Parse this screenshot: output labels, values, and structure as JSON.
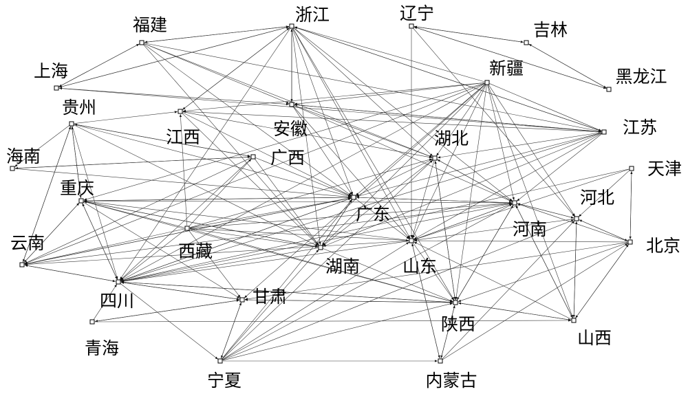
{
  "nodes": [
    {
      "id": "zhejiang",
      "label": "浙江"
    },
    {
      "id": "liaoning",
      "label": "辽宁"
    },
    {
      "id": "fujian",
      "label": "福建"
    },
    {
      "id": "jilin",
      "label": "吉林"
    },
    {
      "id": "shanghai",
      "label": "上海"
    },
    {
      "id": "xinjiang",
      "label": "新疆"
    },
    {
      "id": "heilongjiang",
      "label": "黑龙江"
    },
    {
      "id": "guizhou",
      "label": "贵州"
    },
    {
      "id": "anhui",
      "label": "安徽"
    },
    {
      "id": "jiangsu",
      "label": "江苏"
    },
    {
      "id": "jiangxi",
      "label": "江西"
    },
    {
      "id": "hubei",
      "label": "湖北"
    },
    {
      "id": "hainan",
      "label": "海南"
    },
    {
      "id": "guangxi",
      "label": "广西"
    },
    {
      "id": "tianjin",
      "label": "天津"
    },
    {
      "id": "chongqing",
      "label": "重庆"
    },
    {
      "id": "hebei",
      "label": "河北"
    },
    {
      "id": "guangdong",
      "label": "广东"
    },
    {
      "id": "henan",
      "label": "河南"
    },
    {
      "id": "beijing",
      "label": "北京"
    },
    {
      "id": "yunnan",
      "label": "云南"
    },
    {
      "id": "xizang",
      "label": "西藏"
    },
    {
      "id": "hunan",
      "label": "湖南"
    },
    {
      "id": "shandong",
      "label": "山东"
    },
    {
      "id": "sichuan",
      "label": "四川"
    },
    {
      "id": "gansu",
      "label": "甘肃"
    },
    {
      "id": "shaanxi",
      "label": "陕西"
    },
    {
      "id": "qinghai",
      "label": "青海"
    },
    {
      "id": "shanxi",
      "label": "山西"
    },
    {
      "id": "ningxia",
      "label": "宁夏"
    },
    {
      "id": "neimenggu",
      "label": "内蒙古"
    }
  ],
  "edges": [
    [
      "fujian",
      "zhejiang"
    ],
    [
      "fujian",
      "anhui"
    ],
    [
      "fujian",
      "guangdong"
    ],
    [
      "fujian",
      "hubei"
    ],
    [
      "fujian",
      "shanghai"
    ],
    [
      "fujian",
      "jiangsu"
    ],
    [
      "fujian",
      "hunan"
    ],
    [
      "zhejiang",
      "anhui"
    ],
    [
      "zhejiang",
      "jiangsu"
    ],
    [
      "zhejiang",
      "hubei"
    ],
    [
      "zhejiang",
      "guangdong"
    ],
    [
      "zhejiang",
      "hunan"
    ],
    [
      "zhejiang",
      "henan"
    ],
    [
      "zhejiang",
      "shaanxi"
    ],
    [
      "zhejiang",
      "sichuan"
    ],
    [
      "zhejiang",
      "jiangxi"
    ],
    [
      "zhejiang",
      "fujian"
    ],
    [
      "zhejiang",
      "shanghai"
    ],
    [
      "zhejiang",
      "shandong"
    ],
    [
      "shanghai",
      "anhui"
    ],
    [
      "shanghai",
      "zhejiang"
    ],
    [
      "shanghai",
      "fujian"
    ],
    [
      "liaoning",
      "jilin"
    ],
    [
      "liaoning",
      "shandong"
    ],
    [
      "liaoning",
      "heilongjiang"
    ],
    [
      "liaoning",
      "hebei"
    ],
    [
      "jilin",
      "heilongjiang"
    ],
    [
      "jilin",
      "liaoning"
    ],
    [
      "xinjiang",
      "shaanxi"
    ],
    [
      "xinjiang",
      "gansu"
    ],
    [
      "xinjiang",
      "sichuan"
    ],
    [
      "xinjiang",
      "hunan"
    ],
    [
      "xinjiang",
      "guangdong"
    ],
    [
      "xinjiang",
      "henan"
    ],
    [
      "xinjiang",
      "hubei"
    ],
    [
      "xinjiang",
      "jiangsu"
    ],
    [
      "xinjiang",
      "shandong"
    ],
    [
      "xinjiang",
      "zhejiang"
    ],
    [
      "xinjiang",
      "shanxi"
    ],
    [
      "xinjiang",
      "hebei"
    ],
    [
      "xinjiang",
      "chongqing"
    ],
    [
      "xinjiang",
      "anhui"
    ],
    [
      "xinjiang",
      "yunnan"
    ],
    [
      "xinjiang",
      "jiangxi"
    ],
    [
      "heilongjiang",
      "liaoning"
    ],
    [
      "heilongjiang",
      "jilin"
    ],
    [
      "guizhou",
      "jiangxi"
    ],
    [
      "guizhou",
      "guangdong"
    ],
    [
      "guizhou",
      "hunan"
    ],
    [
      "guizhou",
      "yunnan"
    ],
    [
      "guizhou",
      "chongqing"
    ],
    [
      "guizhou",
      "sichuan"
    ],
    [
      "guizhou",
      "guangxi"
    ],
    [
      "guizhou",
      "hainan"
    ],
    [
      "jiangsu",
      "anhui"
    ],
    [
      "jiangsu",
      "hubei"
    ],
    [
      "jiangsu",
      "guangdong"
    ],
    [
      "jiangsu",
      "henan"
    ],
    [
      "jiangsu",
      "shandong"
    ],
    [
      "jiangsu",
      "jiangxi"
    ],
    [
      "jiangsu",
      "zhejiang"
    ],
    [
      "jiangsu",
      "sichuan"
    ],
    [
      "jiangsu",
      "hunan"
    ],
    [
      "jiangsu",
      "shanghai"
    ],
    [
      "anhui",
      "jiangsu"
    ],
    [
      "anhui",
      "zhejiang"
    ],
    [
      "anhui",
      "hubei"
    ],
    [
      "anhui",
      "guangdong"
    ],
    [
      "anhui",
      "shandong"
    ],
    [
      "anhui",
      "henan"
    ],
    [
      "jiangxi",
      "guangdong"
    ],
    [
      "jiangxi",
      "hunan"
    ],
    [
      "jiangxi",
      "hubei"
    ],
    [
      "jiangxi",
      "zhejiang"
    ],
    [
      "hubei",
      "guangdong"
    ],
    [
      "hubei",
      "henan"
    ],
    [
      "hubei",
      "hunan"
    ],
    [
      "hubei",
      "shaanxi"
    ],
    [
      "hubei",
      "shandong"
    ],
    [
      "guangxi",
      "guangdong"
    ],
    [
      "guangxi",
      "hunan"
    ],
    [
      "guangxi",
      "yunnan"
    ],
    [
      "guangxi",
      "sichuan"
    ],
    [
      "guangxi",
      "hainan"
    ],
    [
      "guangxi",
      "guizhou"
    ],
    [
      "hainan",
      "guangdong"
    ],
    [
      "hainan",
      "guangxi"
    ],
    [
      "tianjin",
      "beijing"
    ],
    [
      "tianjin",
      "hebei"
    ],
    [
      "tianjin",
      "shandong"
    ],
    [
      "tianjin",
      "sichuan"
    ],
    [
      "beijing",
      "tianjin"
    ],
    [
      "beijing",
      "hebei"
    ],
    [
      "beijing",
      "shanxi"
    ],
    [
      "beijing",
      "shaanxi"
    ],
    [
      "beijing",
      "henan"
    ],
    [
      "beijing",
      "shandong"
    ],
    [
      "beijing",
      "gansu"
    ],
    [
      "hebei",
      "henan"
    ],
    [
      "hebei",
      "shanxi"
    ],
    [
      "hebei",
      "shandong"
    ],
    [
      "hebei",
      "beijing"
    ],
    [
      "henan",
      "shandong"
    ],
    [
      "henan",
      "hebei"
    ],
    [
      "henan",
      "shanxi"
    ],
    [
      "henan",
      "shaanxi"
    ],
    [
      "henan",
      "hubei"
    ],
    [
      "henan",
      "guangdong"
    ],
    [
      "henan",
      "sichuan"
    ],
    [
      "henan",
      "chongqing"
    ],
    [
      "henan",
      "yunnan"
    ],
    [
      "chongqing",
      "sichuan"
    ],
    [
      "chongqing",
      "guangdong"
    ],
    [
      "chongqing",
      "hunan"
    ],
    [
      "chongqing",
      "shaanxi"
    ],
    [
      "chongqing",
      "guizhou"
    ],
    [
      "chongqing",
      "yunnan"
    ],
    [
      "chongqing",
      "gansu"
    ],
    [
      "guangdong",
      "hunan"
    ],
    [
      "guangdong",
      "shandong"
    ],
    [
      "guangdong",
      "sichuan"
    ],
    [
      "guangdong",
      "chongqing"
    ],
    [
      "guangdong",
      "henan"
    ],
    [
      "guangdong",
      "yunnan"
    ],
    [
      "yunnan",
      "sichuan"
    ],
    [
      "yunnan",
      "guangdong"
    ],
    [
      "yunnan",
      "guizhou"
    ],
    [
      "yunnan",
      "chongqing"
    ],
    [
      "xizang",
      "sichuan"
    ],
    [
      "xizang",
      "gansu"
    ],
    [
      "xizang",
      "hunan"
    ],
    [
      "xizang",
      "shaanxi"
    ],
    [
      "xizang",
      "chongqing"
    ],
    [
      "xizang",
      "shandong"
    ],
    [
      "xizang",
      "guangdong"
    ],
    [
      "xizang",
      "yunnan"
    ],
    [
      "xizang",
      "jiangxi"
    ],
    [
      "xizang",
      "guangxi"
    ],
    [
      "xizang",
      "henan"
    ],
    [
      "xizang",
      "hubei"
    ],
    [
      "hunan",
      "guangdong"
    ],
    [
      "hunan",
      "shaanxi"
    ],
    [
      "hunan",
      "chongqing"
    ],
    [
      "hunan",
      "sichuan"
    ],
    [
      "shandong",
      "henan"
    ],
    [
      "shandong",
      "shaanxi"
    ],
    [
      "shandong",
      "neimenggu"
    ],
    [
      "shandong",
      "sichuan"
    ],
    [
      "shandong",
      "chongqing"
    ],
    [
      "shandong",
      "yunnan"
    ],
    [
      "sichuan",
      "chongqing"
    ],
    [
      "sichuan",
      "gansu"
    ],
    [
      "sichuan",
      "shaanxi"
    ],
    [
      "sichuan",
      "ningxia"
    ],
    [
      "sichuan",
      "yunnan"
    ],
    [
      "sichuan",
      "guangdong"
    ],
    [
      "gansu",
      "shaanxi"
    ],
    [
      "gansu",
      "sichuan"
    ],
    [
      "gansu",
      "ningxia"
    ],
    [
      "gansu",
      "qinghai"
    ],
    [
      "shaanxi",
      "gansu"
    ],
    [
      "shaanxi",
      "shanxi"
    ],
    [
      "shaanxi",
      "neimenggu"
    ],
    [
      "shaanxi",
      "sichuan"
    ],
    [
      "shaanxi",
      "henan"
    ],
    [
      "shaanxi",
      "hubei"
    ],
    [
      "qinghai",
      "gansu"
    ],
    [
      "qinghai",
      "sichuan"
    ],
    [
      "qinghai",
      "shanxi"
    ],
    [
      "shanxi",
      "hebei"
    ],
    [
      "shanxi",
      "henan"
    ],
    [
      "shanxi",
      "shaanxi"
    ],
    [
      "shanxi",
      "beijing"
    ],
    [
      "shanxi",
      "shandong"
    ],
    [
      "ningxia",
      "gansu"
    ],
    [
      "ningxia",
      "neimenggu"
    ],
    [
      "ningxia",
      "shaanxi"
    ],
    [
      "ningxia",
      "henan"
    ],
    [
      "ningxia",
      "hubei"
    ],
    [
      "ningxia",
      "shandong"
    ],
    [
      "ningxia",
      "hunan"
    ],
    [
      "ningxia",
      "guangdong"
    ],
    [
      "ningxia",
      "hebei"
    ],
    [
      "neimenggu",
      "shandong"
    ],
    [
      "neimenggu",
      "shaanxi"
    ],
    [
      "neimenggu",
      "hebei"
    ],
    [
      "neimenggu",
      "beijing"
    ]
  ]
}
